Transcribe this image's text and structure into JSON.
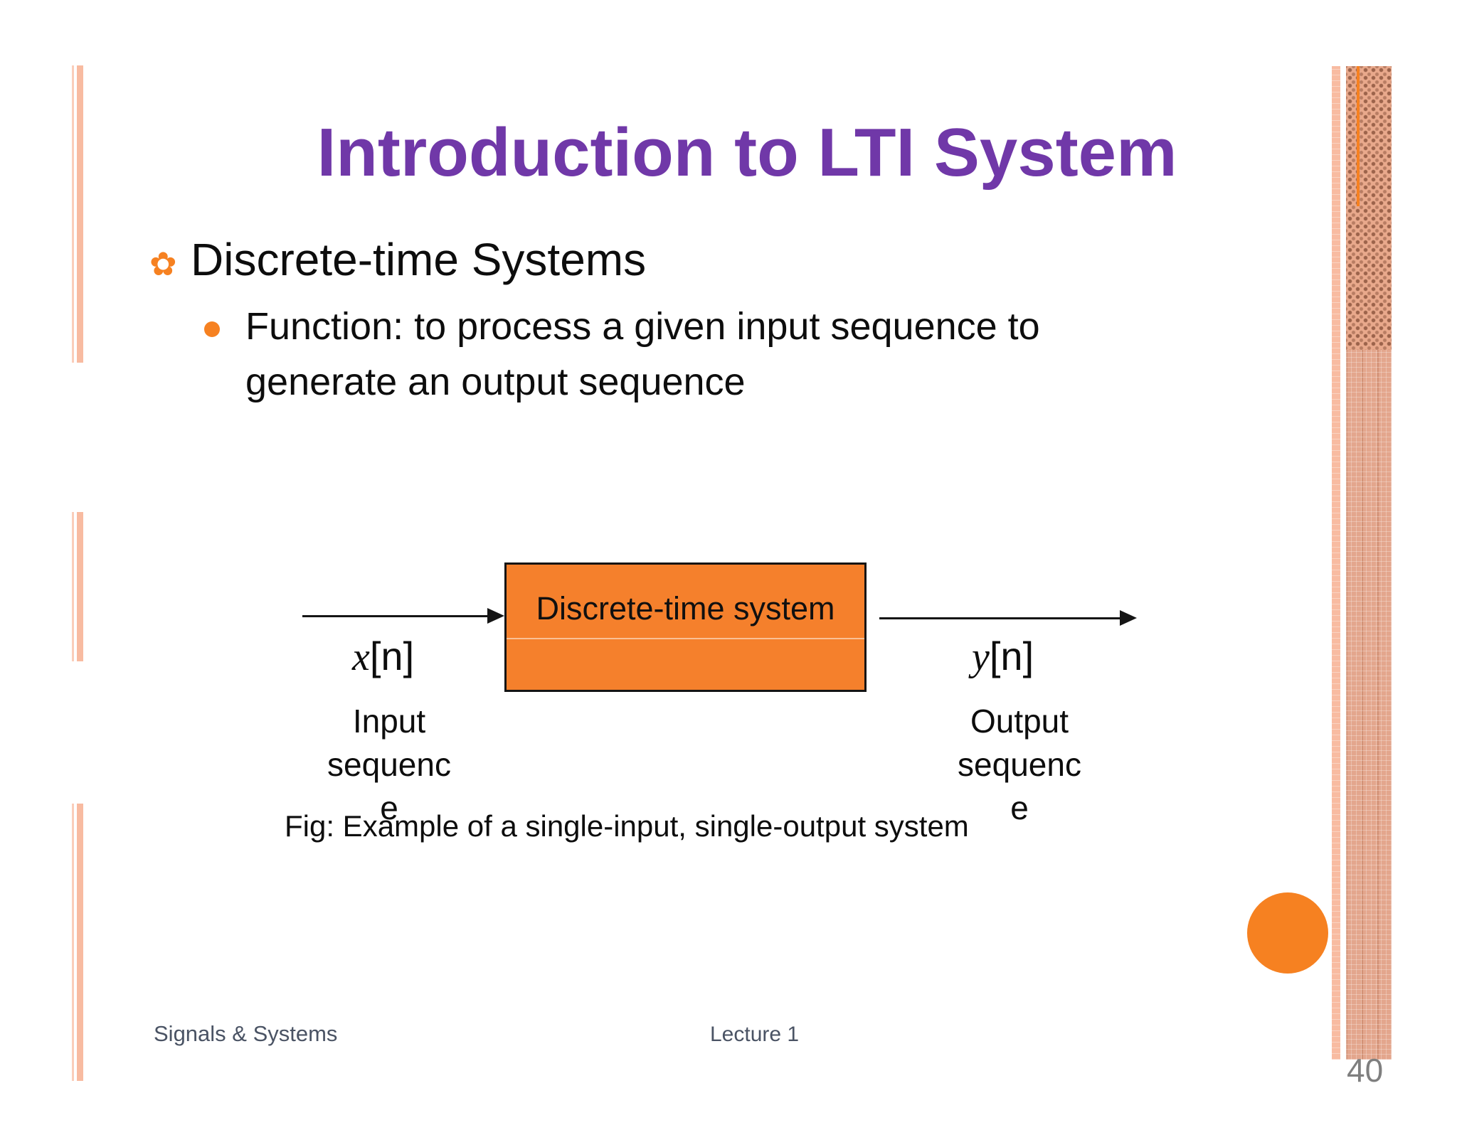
{
  "slide": {
    "title": "Introduction to LTI System",
    "bullets": {
      "main": "Discrete-time Systems",
      "sub_lines": [
        "Function: to process a given input sequence to",
        "generate an output sequence"
      ]
    },
    "diagram": {
      "box_label": "Discrete-time system",
      "input_signal": {
        "var": "x",
        "index": "[n]"
      },
      "output_signal": {
        "var": "y",
        "index": "[n]"
      },
      "input_label_lines": [
        "Input",
        "sequenc",
        "e"
      ],
      "output_label_lines": [
        "Output",
        "sequenc",
        "e"
      ],
      "caption": "Fig: Example of a single-input, single-output system"
    },
    "footer": {
      "left": "Signals & Systems",
      "center": "Lecture 1",
      "page_number": "40"
    },
    "icons": {
      "bullet_flower": "✿",
      "sub_bullet_dot": "•"
    },
    "colors": {
      "accent": "#F68121",
      "box_orange": "#F5802C",
      "title_purple": "#7038A8",
      "stripe_salmon": "#F8BBA1",
      "stripe_thin": "#FACDBA",
      "band_salmon": "#E9A98C",
      "band_salmon2": "#E3A68D",
      "footer_gray": "#4A5364",
      "page_gray": "#7F7F7F"
    }
  }
}
